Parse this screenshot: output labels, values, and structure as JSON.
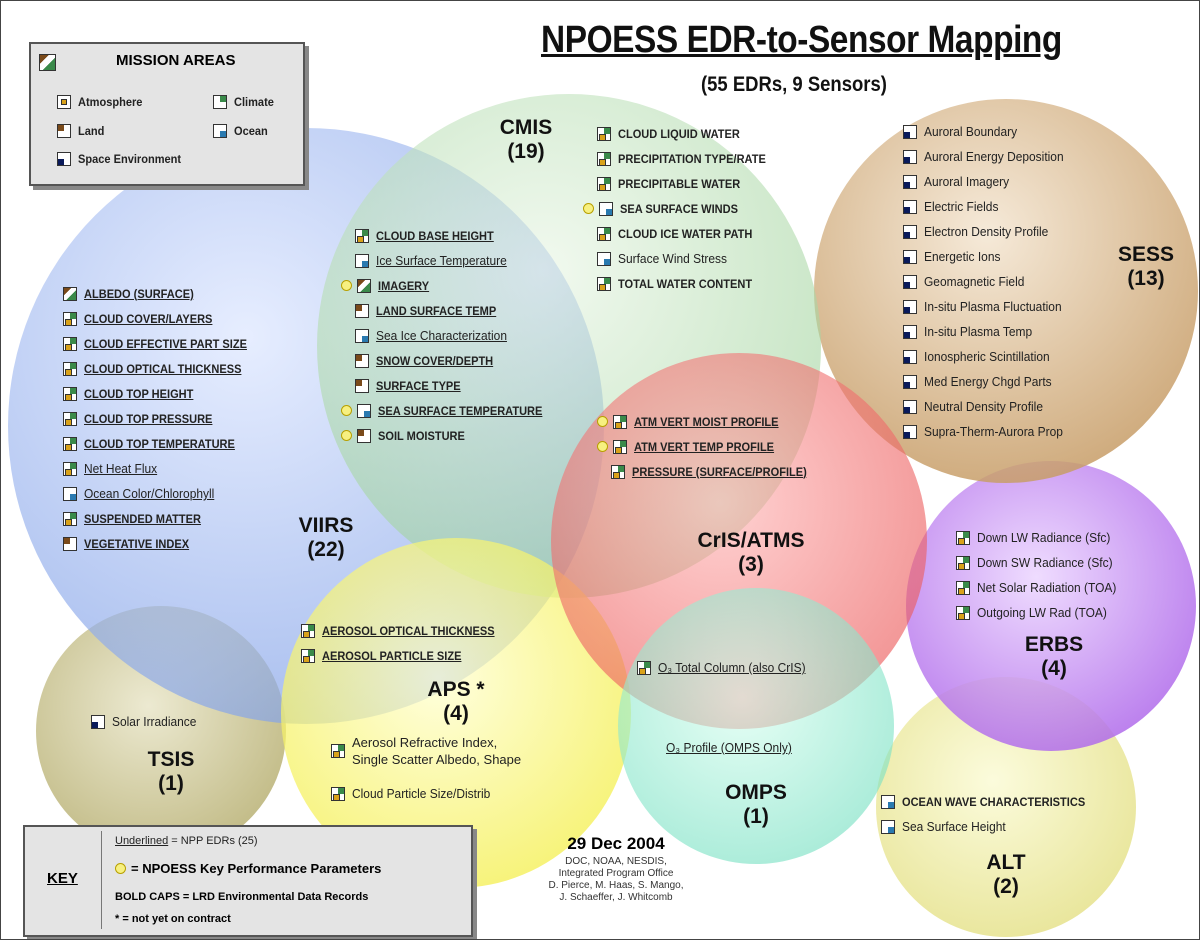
{
  "title": "NPOESS EDR-to-Sensor Mapping",
  "subtitle": "(55 EDRs, 9 Sensors)",
  "mission_areas": {
    "heading": "MISSION AREAS",
    "items": [
      "Atmosphere",
      "Climate",
      "Land",
      "Ocean",
      "Space Environment"
    ]
  },
  "sensors": {
    "cmis": {
      "name": "CMIS",
      "count": "(19)"
    },
    "sess": {
      "name": "SESS",
      "count": "(13)"
    },
    "viirs": {
      "name": "VIIRS",
      "count": "(22)"
    },
    "crisatms": {
      "name": "CrIS/ATMS",
      "count": "(3)"
    },
    "erbs": {
      "name": "ERBS",
      "count": "(4)"
    },
    "aps": {
      "name": "APS *",
      "count": "(4)"
    },
    "tsis": {
      "name": "TSIS",
      "count": "(1)"
    },
    "omps": {
      "name": "OMPS",
      "count": "(1)"
    },
    "alt": {
      "name": "ALT",
      "count": "(2)"
    }
  },
  "cmis_items": [
    "CLOUD LIQUID WATER",
    "PRECIPITATION TYPE/RATE",
    "PRECIPITABLE WATER",
    "SEA SURFACE WINDS",
    "CLOUD ICE WATER PATH",
    "Surface Wind Stress",
    "TOTAL WATER CONTENT"
  ],
  "overlap_items": [
    "CLOUD BASE HEIGHT",
    "Ice Surface Temperature",
    "IMAGERY",
    "LAND SURFACE TEMP",
    "Sea Ice Characterization",
    "SNOW COVER/DEPTH",
    "SURFACE TYPE",
    "SEA SURFACE TEMPERATURE",
    "SOIL MOISTURE"
  ],
  "viirs_items": [
    "ALBEDO (SURFACE)",
    "CLOUD COVER/LAYERS",
    "CLOUD EFFECTIVE PART SIZE",
    "CLOUD OPTICAL THICKNESS",
    "CLOUD TOP HEIGHT",
    "CLOUD TOP PRESSURE",
    "CLOUD TOP TEMPERATURE",
    "Net Heat Flux",
    "Ocean Color/Chlorophyll",
    "SUSPENDED MATTER",
    "VEGETATIVE INDEX"
  ],
  "sess_items": [
    "Auroral Boundary",
    "Auroral Energy Deposition",
    "Auroral Imagery",
    "Electric Fields",
    "Electron Density Profile",
    "Energetic Ions",
    "Geomagnetic Field",
    "In-situ Plasma Fluctuation",
    "In-situ Plasma Temp",
    "Ionospheric Scintillation",
    "Med Energy Chgd Parts",
    "Neutral Density Profile",
    "Supra-Therm-Aurora Prop"
  ],
  "cris_items": [
    "ATM VERT MOIST PROFILE",
    "ATM VERT TEMP PROFILE",
    "PRESSURE (SURFACE/PROFILE)"
  ],
  "erbs_items": [
    "Down LW Radiance (Sfc)",
    "Down SW Radiance (Sfc)",
    "Net Solar Radiation (TOA)",
    "Outgoing LW Rad (TOA)"
  ],
  "aps_items": [
    "AEROSOL OPTICAL THICKNESS",
    "AEROSOL PARTICLE SIZE",
    "Aerosol Refractive Index,",
    "Single Scatter Albedo, Shape",
    "Cloud Particle Size/Distrib"
  ],
  "tsis_items": [
    "Solar Irradiance"
  ],
  "omps_items": [
    "O₃ Total Column (also CrIS)",
    "O₃ Profile (OMPS Only)"
  ],
  "alt_items": [
    "OCEAN WAVE CHARACTERISTICS",
    "Sea Surface Height"
  ],
  "key": {
    "label": "KEY",
    "line1_under": "Underlined",
    "line1_rest": " = NPP EDRs (25)",
    "line2": " = NPOESS Key Performance Parameters",
    "line3": "BOLD CAPS = LRD  Environmental Data Records",
    "line4": "* = not yet on contract"
  },
  "footer": {
    "date": "29 Dec 2004",
    "lines": [
      "DOC, NOAA, NESDIS,",
      "Integrated Program Office",
      "D. Pierce, M. Haas, S. Mango,",
      "J. Schaeffer, J. Whitcomb"
    ]
  }
}
